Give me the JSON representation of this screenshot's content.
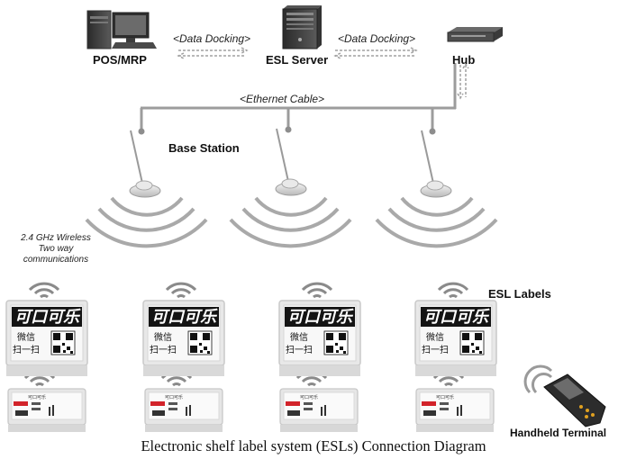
{
  "diagram": {
    "nodes": {
      "pos": "POS/MRP",
      "server": "ESL Server",
      "hub": "Hub",
      "base_station": "Base Station",
      "esl_labels": "ESL Labels",
      "handheld": "Handheld Terminal"
    },
    "edges": {
      "pos_server": "<Data Docking>",
      "server_hub": "<Data Docking>",
      "ethernet": "<Ethernet Cable>"
    },
    "wireless": {
      "line1": "2.4 GHz Wireless",
      "line2": "Two way",
      "line3": "communications"
    },
    "caption": "Electronic shelf label system (ESLs) Connection Diagram",
    "large_tag": {
      "logo": "可口可乐",
      "line1": "微信",
      "line2": "扫一扫"
    },
    "small_tag": {
      "header": "可口可乐"
    }
  }
}
